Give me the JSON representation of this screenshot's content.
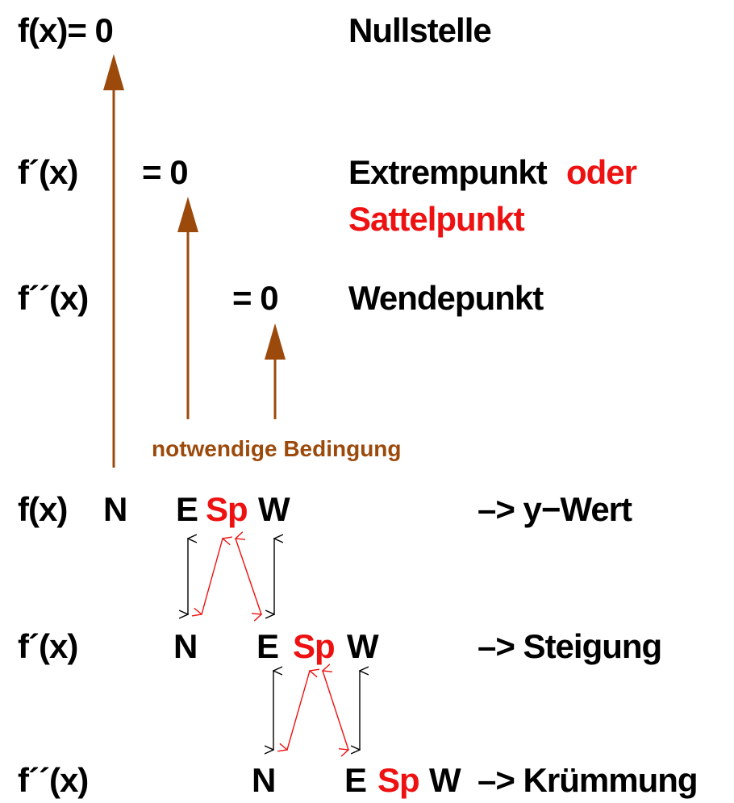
{
  "colors": {
    "text": "#000000",
    "highlight": "#ee1111",
    "arrow": "#9c4a0c",
    "connector_black": "#000000",
    "connector_red": "#ee1111"
  },
  "top": {
    "f0": {
      "label": "f(x)= 0",
      "meaning": "Nullstelle"
    },
    "f1": {
      "label": "f´(x)",
      "eq": "= 0",
      "meaning": "Extrempunkt",
      "or": "oder",
      "alt": "Sattelpunkt"
    },
    "f2": {
      "label": "f´´(x)",
      "eq": "= 0",
      "meaning": "Wendepunkt"
    },
    "condition": "notwendige Bedingung"
  },
  "rows": {
    "r0": {
      "func": "f(x)",
      "N": "N",
      "E": "E",
      "Sp": "Sp",
      "W": "W",
      "desc": "–> y−Wert"
    },
    "r1": {
      "func": "f´(x)",
      "N": "N",
      "E": "E",
      "Sp": "Sp",
      "W": "W",
      "desc": "–> Steigung"
    },
    "r2": {
      "func": "f´´(x)",
      "N": "N",
      "E": "E",
      "Sp": "Sp",
      "W": "W",
      "desc": "–> Krümmung"
    }
  }
}
